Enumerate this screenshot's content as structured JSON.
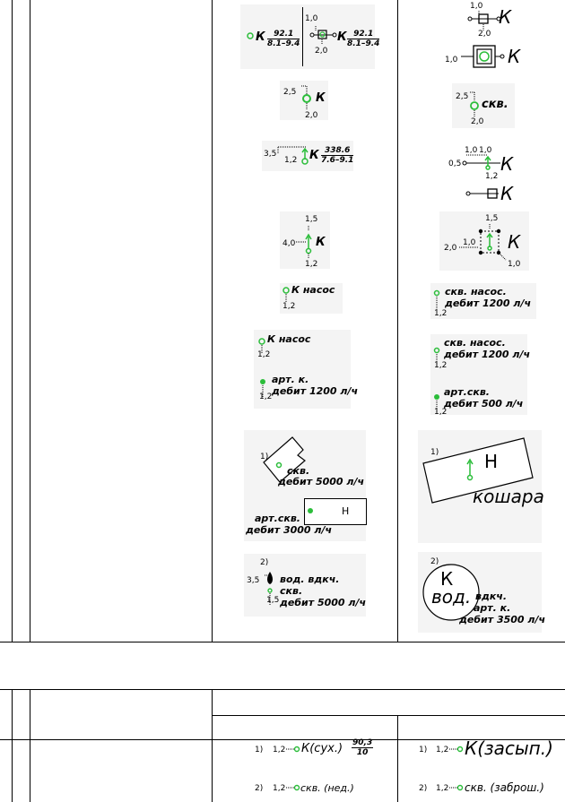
{
  "colors": {
    "green": "#2bbd3a",
    "line": "#000000"
  },
  "col3": {
    "r1": {
      "k1": "К",
      "f1_num": "92.1",
      "f1_den": "8.1–9.4",
      "d1": "1,0",
      "d2": "2,0",
      "k2": "К",
      "f2_num": "92.1",
      "f2_den": "8.1–9.4"
    },
    "r2": {
      "d1": "2,5",
      "d2": "2,0",
      "k": "К"
    },
    "r3": {
      "d1": "3,5",
      "d2": "1,2",
      "k": "К",
      "f_num": "338.6",
      "f_den": "7.6–9.1"
    },
    "r4": {
      "d1": "1,5",
      "d2": "4,0",
      "d3": "1,2",
      "k": "К"
    },
    "r5": {
      "label": "К насос",
      "d": "1,2"
    },
    "r6": {
      "label": "К насос",
      "d1": "1,2",
      "art": "арт. к.",
      "flow": "дебит 1200 л/ч",
      "d2": "1,2"
    },
    "r7": {
      "n": "1)",
      "skv": "скв.",
      "flow": "дебит 5000 л/ч",
      "h": "Н",
      "art": "арт.скв.",
      "flow2": "дебит 3000 л/ч"
    },
    "r8": {
      "n": "2)",
      "d1": "3,5",
      "vod": "вод. вдкч.",
      "skv": "скв.",
      "d2": "1,5",
      "flow": "дебит 5000 л/ч"
    }
  },
  "col4": {
    "r1": {
      "d1": "1,0",
      "d2": "2,0",
      "k1": "К",
      "d3": "1,0",
      "k2": "К"
    },
    "r2": {
      "d1": "2,5",
      "d2": "2,0",
      "label": "скв."
    },
    "r3": {
      "d1": "1,0",
      "d2": "1,0",
      "d3": "0,5",
      "d4": "1,2",
      "k": "К",
      "k2": "К"
    },
    "r4": {
      "d1": "1,5",
      "d2": "2,0",
      "d3": "1,0",
      "d4": "1,0",
      "k": "К"
    },
    "r5": {
      "label": "скв. насос.",
      "flow": "дебит 1200 л/ч",
      "d": "1,2"
    },
    "r6": {
      "label": "скв. насос.",
      "flow": "дебит 1200 л/ч",
      "d1": "1,2",
      "art": "арт.скв.",
      "flow2": "дебит 500 л/ч",
      "d2": "1,2"
    },
    "r7": {
      "n": "1)",
      "h": "Н",
      "koshara": "кошара"
    },
    "r8": {
      "n": "2)",
      "k": "К",
      "vod": "вод.",
      "vdkch": "вдкч.",
      "art": "арт. к.",
      "flow": "дебит 3500 л/ч"
    }
  },
  "bottom": {
    "c3_1": {
      "n": "1)",
      "d": "1,2",
      "label": "К(сух.)",
      "f_num": "90,3",
      "f_den": "10"
    },
    "c3_2": {
      "n": "2)",
      "d": "1,2",
      "label": "скв. (нед.)"
    },
    "c4_1": {
      "n": "1)",
      "d": "1,2",
      "label": "К(засып.)"
    },
    "c4_2": {
      "n": "2)",
      "d": "1,2",
      "label": "скв. (заброш.)"
    }
  }
}
